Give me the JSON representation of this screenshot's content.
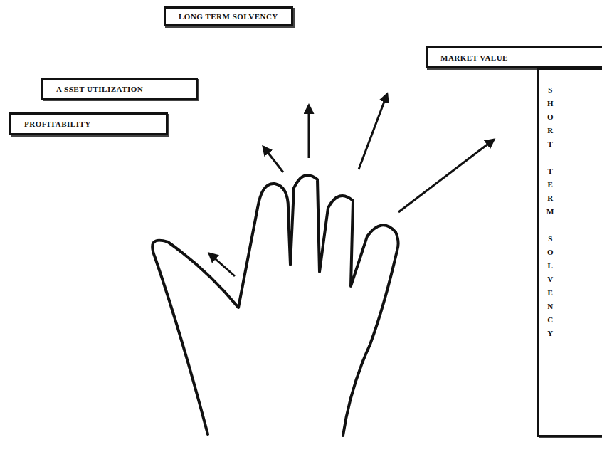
{
  "diagram": {
    "nodes": [
      {
        "text": [
          "PROFITABILITY"
        ]
      },
      {
        "text": [
          "A SSET UTILIZATION"
        ]
      },
      {
        "text": [
          "LONG TERM SOLVENCY"
        ]
      },
      {
        "text": [
          "MARKET VALUE"
        ]
      },
      {
        "text": [
          "SHORT TERM SOLVENCY"
        ]
      }
    ]
  }
}
